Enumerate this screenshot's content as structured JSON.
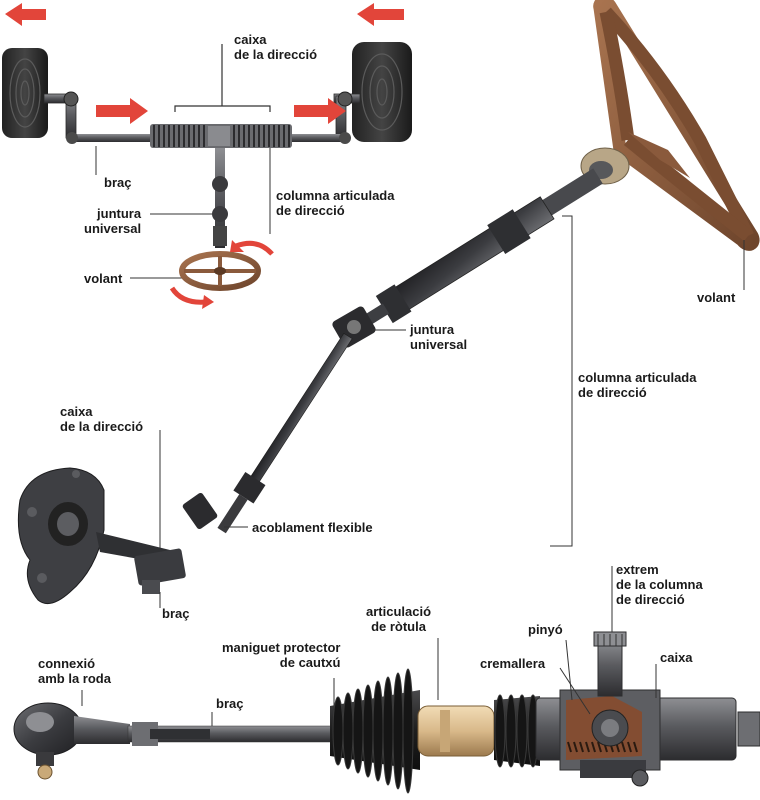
{
  "labels": {
    "top_caixa": "caixa\nde la direcció",
    "top_brac": "braç",
    "top_juntura": "juntura\nuniversal",
    "top_volant": "volant",
    "top_columna": "columna articulada\nde direcció",
    "mid_volant": "volant",
    "mid_juntura": "juntura\nuniversal",
    "mid_columna": "columna articulada\nde direcció",
    "mid_caixa": "caixa\nde la direcció",
    "mid_acoblament": "acoblament flexible",
    "mid_brac": "braç",
    "bot_extrem": "extrem\nde la columna\nde direcció",
    "bot_articulacio": "articulació\nde ròtula",
    "bot_pinyo": "pinyó",
    "bot_maniguet": "maniguet protector\nde cautxú",
    "bot_cremallera": "cremallera",
    "bot_caixa": "caixa",
    "bot_connexio": "connexió\namb la roda",
    "bot_brac": "braç"
  },
  "colors": {
    "arrow_red": "#e2453a",
    "wheel_brown": "#8a5a3c",
    "metal_dark": "#3b3b3e",
    "boot_black": "#1e1e1e",
    "brass": "#d9b98a"
  }
}
